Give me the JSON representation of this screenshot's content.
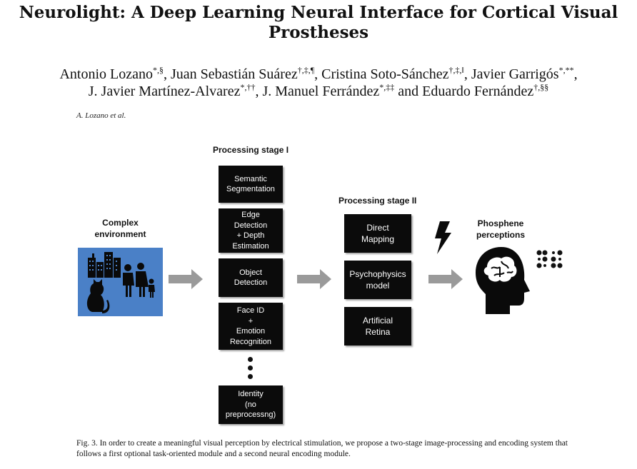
{
  "paper": {
    "title": "Neurolight: A Deep Learning Neural Interface for Cortical Visual Prostheses",
    "authors_line1": [
      {
        "name": "Antonio Lozano",
        "sup": "*,§",
        "sep": ", "
      },
      {
        "name": "Juan Sebastián Suárez",
        "sup": "†,‡,¶",
        "sep": ", "
      },
      {
        "name": "Cristina Soto-Sánchez",
        "sup": "†,‡,‖",
        "sep": ", "
      },
      {
        "name": "Javier Garrigós",
        "sup": "*,**",
        "sep": ","
      }
    ],
    "authors_line2": [
      {
        "name": "J. Javier Martínez-Alvarez",
        "sup": "*,††",
        "sep": ", "
      },
      {
        "name": "J. Manuel Ferrández",
        "sup": "*,‡‡",
        "sep": " and "
      },
      {
        "name": "Eduardo Fernández",
        "sup": "†,§§",
        "sep": ""
      }
    ],
    "running_head": "A. Lozano et al."
  },
  "figure": {
    "environment_label": "Complex\nenvironment",
    "stage1": {
      "title": "Processing stage I",
      "boxes": [
        "Semantic\nSegmentation",
        "Edge\nDetection\n+ Depth\nEstimation",
        "Object\nDetection",
        "Face ID\n+\nEmotion\nRecognition",
        "Identity\n(no\npreprocessng)"
      ]
    },
    "stage2": {
      "title": "Processing stage II",
      "boxes": [
        "Direct\nMapping",
        "Psychophysics\nmodel",
        "Artificial\nRetina"
      ]
    },
    "output_label": "Phosphene\nperceptions",
    "icons": [
      "city-icon",
      "family-icon",
      "cat-icon",
      "lightning-icon",
      "head-brain-icon",
      "phosphene-dots-icon"
    ],
    "colors": {
      "environment_panel": "#4a80c7",
      "arrow": "#9a9a9a",
      "box": "#0b0b0b"
    }
  },
  "caption": "Fig. 3.   In order to create a meaningful visual perception by electrical stimulation, we propose a two-stage image-processing and encoding system that follows a first optional task-oriented module and a second neural encoding module."
}
